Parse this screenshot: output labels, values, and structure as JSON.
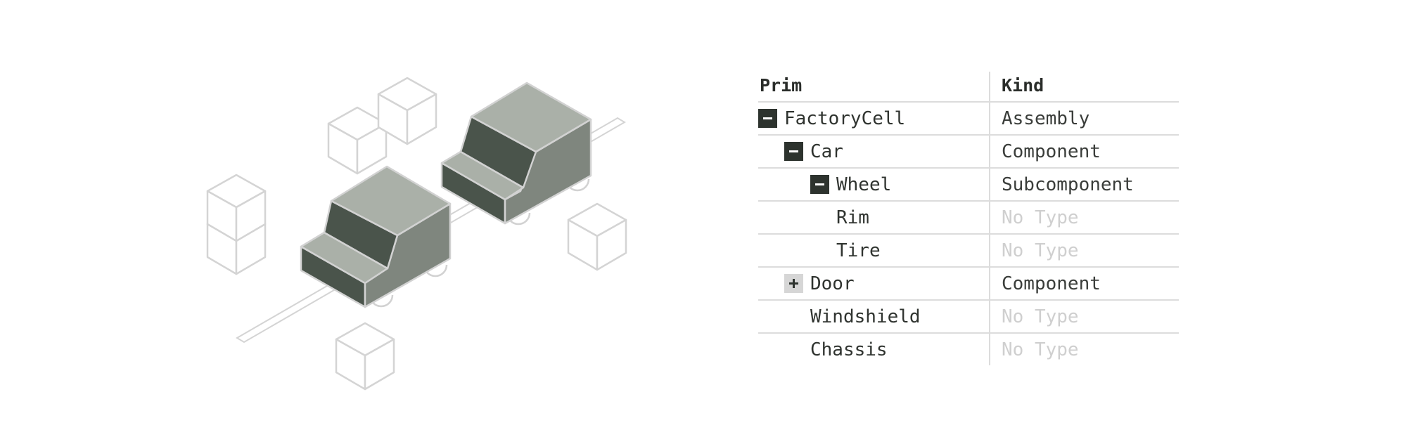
{
  "table": {
    "headers": {
      "prim": "Prim",
      "kind": "Kind"
    },
    "rows": [
      {
        "prim": "FactoryCell",
        "kind": "Assembly",
        "depth": 0,
        "toggle": "minus",
        "kind_muted": false
      },
      {
        "prim": "Car",
        "kind": "Component",
        "depth": 1,
        "toggle": "minus",
        "kind_muted": false
      },
      {
        "prim": "Wheel",
        "kind": "Subcomponent",
        "depth": 2,
        "toggle": "minus",
        "kind_muted": false
      },
      {
        "prim": "Rim",
        "kind": "No Type",
        "depth": 3,
        "toggle": "none",
        "kind_muted": true
      },
      {
        "prim": "Tire",
        "kind": "No Type",
        "depth": 3,
        "toggle": "none",
        "kind_muted": true
      },
      {
        "prim": "Door",
        "kind": "Component",
        "depth": 1,
        "toggle": "plus",
        "kind_muted": false
      },
      {
        "prim": "Windshield",
        "kind": "No Type",
        "depth": 2,
        "toggle": "none",
        "kind_muted": true
      },
      {
        "prim": "Chassis",
        "kind": "No Type",
        "depth": 2,
        "toggle": "none",
        "kind_muted": true
      }
    ]
  },
  "colors": {
    "dark_face": "#4a544b",
    "mid_face": "#7f867e",
    "light_face": "#aab0a8",
    "outline": "#d2d2d2",
    "muted_text": "#cfcfcf"
  }
}
